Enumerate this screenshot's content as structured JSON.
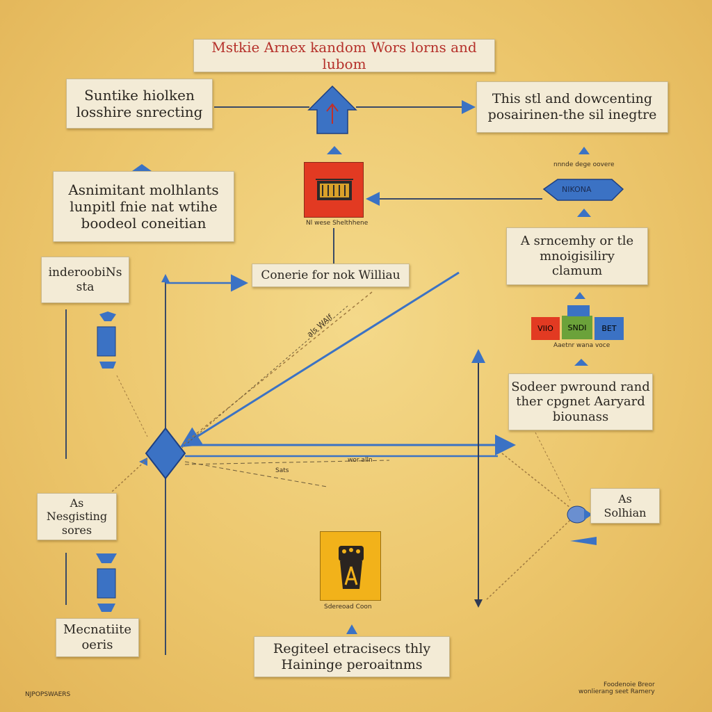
{
  "title": "Mstkie Arnex kandom Wors lorns and lubom",
  "boxes": {
    "top_left": "Suntike hiolken\nlosshire snrecting",
    "top_right": "This stl and dowcenting\nposairinen-the sil inegtre",
    "left_mid": "Asnimitant molhlants\nlunpitl fnie nat wtihe\nboodeol coneitian",
    "left_small": "inderoobiNs\nsta",
    "center_label": "Conerie for nok Williau",
    "right_mid": "A srncemhy or tle\nmnoigisiliry\nclamum",
    "right_lower": "Sodeer pwround rand\nther cpgnet Aaryard\nbiounass",
    "left_low": "As\nNesgisting\nsores",
    "right_small": "As\nSolhian",
    "bottom_left": "Mecnatiite\noeris",
    "bottom_center": "Regiteel etracisecs thly\nHaininge peroaitnms"
  },
  "labels": {
    "red_block_caption": "Nl wese Shelthhene",
    "right_top_small": "nnnde dege oovere",
    "hexagon": "NIKONA",
    "color_row_caption": "Aaetnr wana voce",
    "color_cells": [
      "VIIO",
      "SNDI",
      "BET"
    ],
    "diag_label": "als WAlf",
    "line_mid": "wor alln",
    "line_left": "Sats",
    "yellow_caption": "Sdereoad Coon",
    "footer_left": "NJPOPSWAERS",
    "footer_right": "Foodenoie Breor\nwonlierang seet Ramery"
  },
  "colors": {
    "red": "#e23a22",
    "green": "#6ba23a",
    "blue": "#3b72c4",
    "yellow": "#f2b21a",
    "title_red": "#b5302a"
  },
  "icons": [
    "up-arrow-icon",
    "arrow-icon",
    "diamond-node-icon",
    "hexagon-icon",
    "blue-marker-icon",
    "emblem-icon",
    "scroll-icon"
  ]
}
